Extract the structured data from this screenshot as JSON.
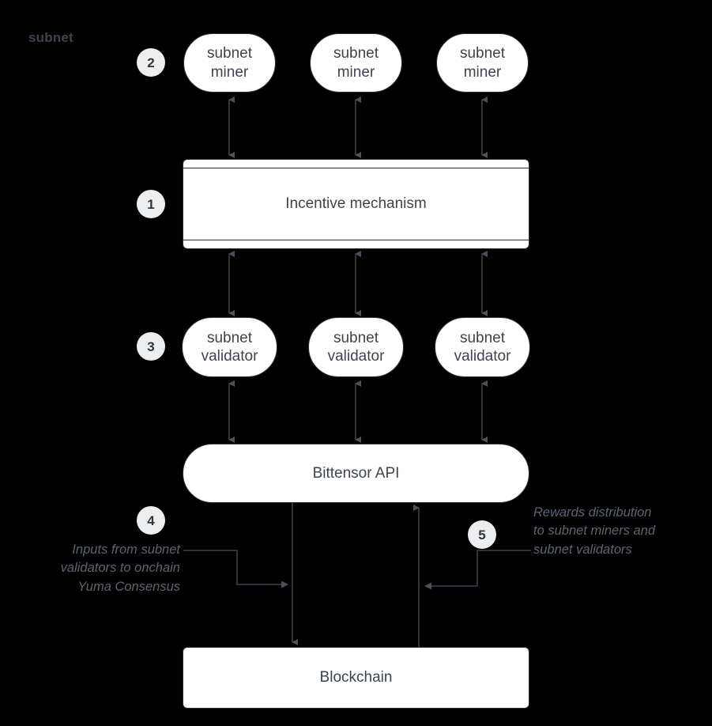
{
  "diagram": {
    "title_label": "subnet",
    "background_color": "#000000",
    "node_fill": "#ffffff",
    "node_stroke": "#2b3038",
    "text_color": "#3c4450",
    "badge_fill": "#eceef0",
    "caption_color": "#5d6470",
    "connector_color": "#4a515c"
  },
  "badges": [
    {
      "id": "badge-1",
      "number": "1"
    },
    {
      "id": "badge-2",
      "number": "2"
    },
    {
      "id": "badge-3",
      "number": "3"
    },
    {
      "id": "badge-4",
      "number": "4"
    },
    {
      "id": "badge-5",
      "number": "5"
    }
  ],
  "miners": [
    {
      "label": "subnet\nminer"
    },
    {
      "label": "subnet\nminer"
    },
    {
      "label": "subnet\nminer"
    }
  ],
  "validators": [
    {
      "label": "subnet\nvalidator"
    },
    {
      "label": "subnet\nvalidator"
    },
    {
      "label": "subnet\nvalidator"
    }
  ],
  "nodes": {
    "incentive_mechanism": "Incentive mechanism",
    "bittensor_api": "Bittensor API",
    "blockchain": "Blockchain"
  },
  "captions": {
    "inputs": "Inputs from subnet\nvalidators to onchain\nYuma Consensus",
    "rewards": "Rewards distribution\nto subnet miners and\nsubnet validators"
  }
}
